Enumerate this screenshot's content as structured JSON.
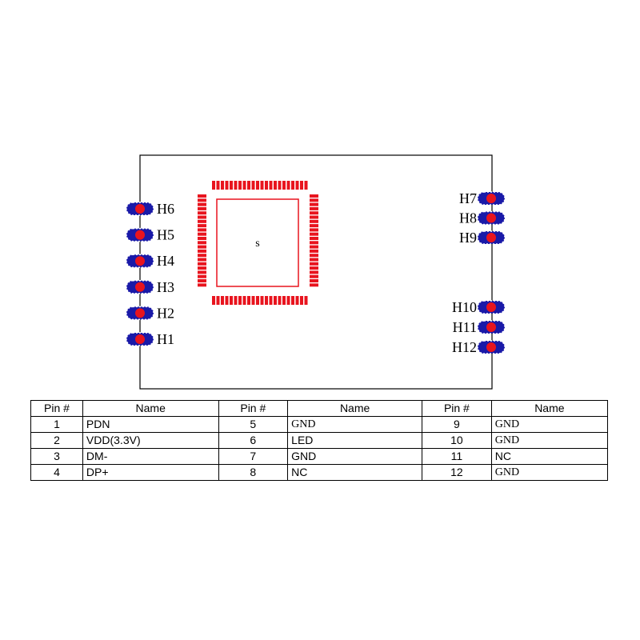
{
  "diagram": {
    "chip_label": "s",
    "left_headers": [
      "H6",
      "H5",
      "H4",
      "H3",
      "H2",
      "H1"
    ],
    "right_headers_top": [
      "H7",
      "H8",
      "H9"
    ],
    "right_headers_bottom": [
      "H10",
      "H11",
      "H12"
    ],
    "colors": {
      "pad_red": "#e8141e",
      "ring_blue": "#1a1aa8",
      "outline": "#000000",
      "chip_outline": "#e8141e"
    }
  },
  "table": {
    "headers": [
      "Pin #",
      "Name",
      "Pin #",
      "Name",
      "Pin #",
      "Name"
    ],
    "rows": [
      [
        "1",
        "PDN",
        "5",
        "GND",
        "9",
        "GND"
      ],
      [
        "2",
        "VDD(3.3V)",
        "6",
        "LED",
        "10",
        "GND"
      ],
      [
        "3",
        "DM-",
        "7",
        "GND",
        "11",
        "NC"
      ],
      [
        "4",
        "DP+",
        "8",
        "NC",
        "12",
        "GND"
      ]
    ]
  }
}
